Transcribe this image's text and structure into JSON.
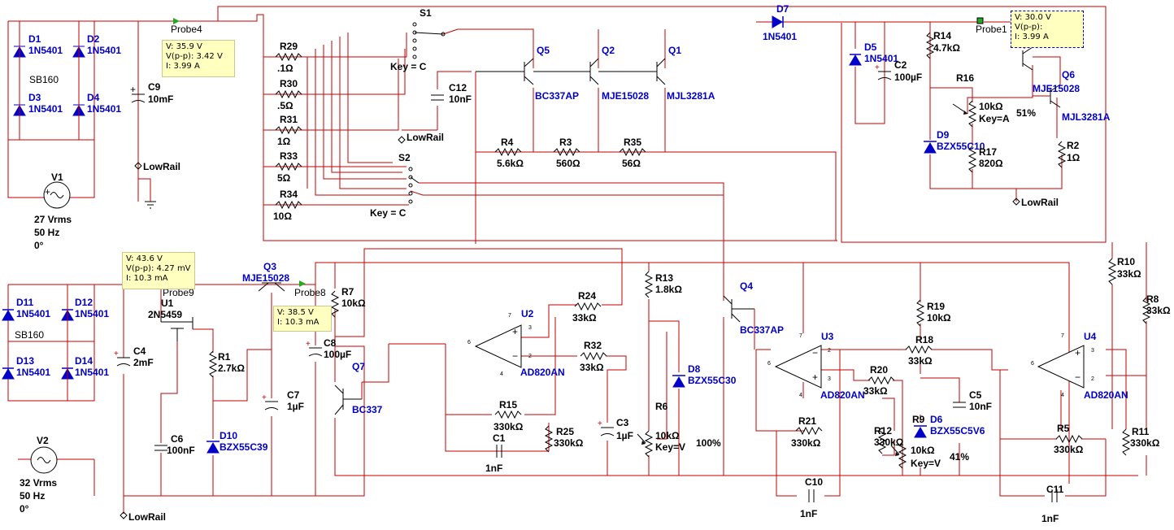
{
  "probes": [
    {
      "id": "probe4",
      "label": "Probe4",
      "lines": [
        "V: 35.9 V",
        "V(p-p): 3.42 V",
        "I: 3.99 A"
      ]
    },
    {
      "id": "probe1",
      "label": "Probe1",
      "lines": [
        "V: 30.0 V",
        "V(p-p):",
        "I: 3.99 A"
      ]
    },
    {
      "id": "probe9",
      "label": "Probe9",
      "lines": [
        "V: 43.6 V",
        "V(p-p): 4.27 mV",
        "I: 10.3 mA"
      ]
    },
    {
      "id": "probe8",
      "label": "Probe8",
      "lines": [
        "V: 38.5 V",
        "I: 10.3 mA"
      ]
    }
  ],
  "sources": [
    {
      "id": "V1",
      "lines": [
        "27 Vrms",
        "50 Hz",
        "0°"
      ]
    },
    {
      "id": "V2",
      "lines": [
        "32 Vrms",
        "50 Hz",
        "0°"
      ]
    }
  ],
  "bridges": [
    {
      "diodes": [
        "D1",
        "D2",
        "D3",
        "D4"
      ],
      "value": "1N5401",
      "label": "SB160"
    },
    {
      "diodes": [
        "D11",
        "D12",
        "D13",
        "D14"
      ],
      "value": "1N5401",
      "label": "SB160"
    }
  ],
  "switches": [
    {
      "id": "S1",
      "key": "Key = C"
    },
    {
      "id": "S2",
      "key": "Key = C"
    }
  ],
  "lowrail": "LowRail",
  "resistors": {
    "R29": ".1Ω",
    "R30": ".5Ω",
    "R31": "1Ω",
    "R33": "5Ω",
    "R34": "10Ω",
    "R4": "5.6kΩ",
    "R3": "560Ω",
    "R35": "56Ω",
    "R14": "4.7kΩ",
    "R17": "820Ω",
    "R2": "1Ω",
    "R7": "10kΩ",
    "R1": "2.7kΩ",
    "R24": "33kΩ",
    "R32": "33kΩ",
    "R15": "330kΩ",
    "R25": "330kΩ",
    "R13": "1.8kΩ",
    "R19": "10kΩ",
    "R18": "33kΩ",
    "R20": "33kΩ",
    "R21": "330kΩ",
    "R12": "330kΩ",
    "R10": "33kΩ",
    "R8": "33kΩ",
    "R5": "330kΩ",
    "R11": "330kΩ"
  },
  "pots": [
    {
      "id": "R16",
      "value": "10kΩ",
      "key": "Key=A",
      "pct": "51%"
    },
    {
      "id": "R6",
      "value": "10kΩ",
      "key": "Key=V",
      "pct": "100%"
    },
    {
      "id": "R9",
      "value": "10kΩ",
      "key": "Key=V",
      "pct": "41%"
    }
  ],
  "caps": {
    "C9": "10mF",
    "C12": "10nF",
    "C2": "100µF",
    "C4": "2mF",
    "C6": "100nF",
    "C7": "1µF",
    "C8": "100µF",
    "C1": "1nF",
    "C3": "1µF",
    "C10": "1nF",
    "C5": "10nF",
    "C11": "1nF"
  },
  "transistors": {
    "Q5": "BC337AP",
    "Q2": "MJE15028",
    "Q1": "MJL3281A",
    "Q6a": "MJE15028",
    "Q6b": "MJL3281A",
    "Q3": "MJE15028",
    "Q7": "BC337",
    "Q4": "BC337AP",
    "U1": "2N5459"
  },
  "diodes": {
    "D7": "1N5401",
    "D5": "1N5401",
    "D9": "BZX55C10",
    "D10": "BZX55C39",
    "D8": "BZX55C30",
    "D6": "BZX55C5V6"
  },
  "opamps": {
    "U2": "AD820AN",
    "U3": "AD820AN",
    "U4": "AD820AN"
  },
  "colors": {
    "wire": "#c00000",
    "component": "#000000",
    "refdes": "#0000c8",
    "probe_bg": "#ffffc0",
    "probe_marker": "#22aa22"
  }
}
